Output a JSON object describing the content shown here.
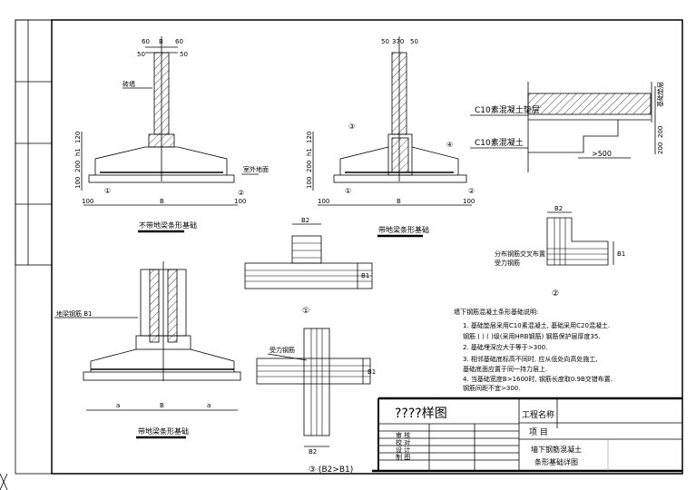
{
  "title_block": {
    "drawing_title": "????样图",
    "project_name_label": "工程名称",
    "item_label": "项  目",
    "drawing_name_line1": "墙下钢筋混凝土",
    "drawing_name_line2": "条形基础详图",
    "sign_rows": [
      "审 核",
      "校 对",
      "设 计",
      "制 图"
    ]
  },
  "section1": {
    "dims_top": [
      "60",
      "B",
      "60"
    ],
    "dims_side": [
      "50",
      "50"
    ],
    "wall_label": "砖墙",
    "dims_left": [
      "120",
      "h1",
      "200",
      "100"
    ],
    "dims_bottom": [
      "100",
      "B",
      "100"
    ],
    "ground_label": "室外地面",
    "marker_a": "①",
    "marker_b": "②",
    "caption": "不带地梁条形基础"
  },
  "section2": {
    "dims_top": [
      "50",
      "370",
      "50"
    ],
    "dims_left": [
      "120",
      "h1",
      "200",
      "100"
    ],
    "dims_bottom": [
      "100",
      "B",
      "100"
    ],
    "marker_3": "③",
    "marker_4": "④",
    "marker_1": "①",
    "marker_2": "②",
    "caption": "带地梁条形基础"
  },
  "section3": {
    "left_label": "地梁钢筋 B1",
    "dims_bottom": [
      "a",
      "B",
      "a"
    ],
    "caption": "带地梁条形基础"
  },
  "cushion_detail": {
    "label_top": "C10素混凝土垫层",
    "label_bottom": "C10素混凝土",
    "dim_right": [
      "基础垫层",
      "200",
      "200"
    ],
    "dim_step": ">500"
  },
  "plan_t": {
    "dim_top": "B2",
    "dim_right": "B1",
    "caption": "①"
  },
  "plan_cross": {
    "label": "受力钢筋",
    "dim_right": "B1",
    "dim_bottom": "B2",
    "caption": "③ (B2>B1)"
  },
  "plan_l": {
    "dim_top": "B2",
    "label1": "分布钢筋交叉布置",
    "label2": "受力钢筋",
    "dim_right": "B1",
    "caption": "②"
  },
  "notes": {
    "heading": "墙下钢筋混凝土条形基础说明:",
    "items": [
      "1. 基础垫层采用C10素混凝土, 基础采用C20混凝土.",
      "   钢筋 ( ) ( )级(采用HRB钢筋) 钢筋保护层厚度35.",
      "2. 基础埋深应大于等于>300.",
      "3. 相邻基础底标高不同时, 应从低处向高处施工,",
      "   基础底面应置于同一持力层上.",
      "4. 当基础宽度B>1600时, 钢筋长度取0.9B交错布置.",
      "   钢筋间距不宜>300."
    ]
  }
}
